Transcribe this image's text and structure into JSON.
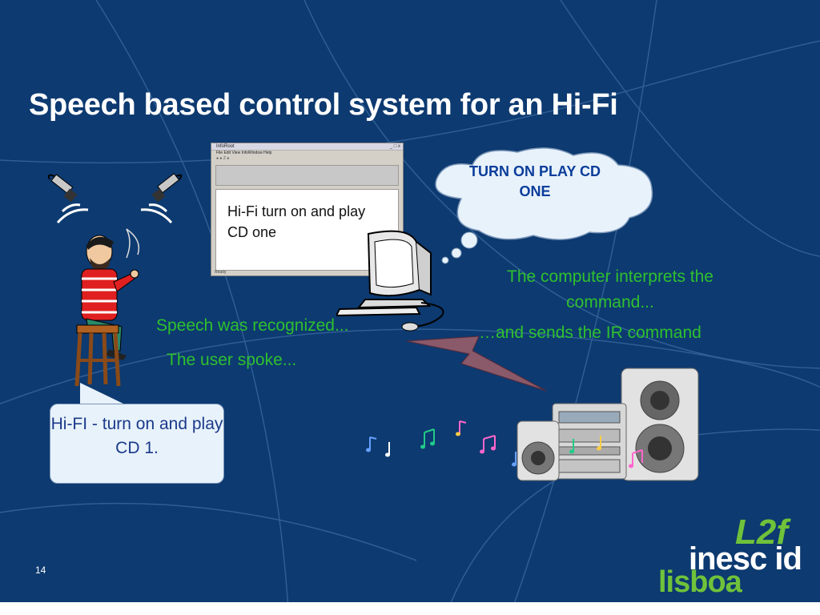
{
  "slide": {
    "title": "Speech based control system for an Hi-Fi",
    "page_number": "14"
  },
  "labels": {
    "user_spoke": "The user spoke...",
    "speech_recognized": "Speech was recognized...",
    "computer_interprets": "The computer interprets the command...",
    "sends_ir": "…and sends the IR command"
  },
  "user_callout": "Hi-FI - turn on and play CD 1.",
  "thought_cloud": "TURN ON PLAY CD ONE",
  "app_window": {
    "title": "InfoRoot",
    "menu": "File  Edit  View  InfoWindow  Help",
    "toolbar": "●  ●  Z  ●",
    "controls": "_ □ x",
    "recognized_text": "Hi-Fi turn on and play CD one",
    "status": "Ready"
  },
  "logo": {
    "l2f": "L2f",
    "inesc": "inesc id",
    "lisboa": "lisboa"
  },
  "colors": {
    "background": "#0d3a70",
    "caption_green": "#2fc02f",
    "logo_green": "#6fc23a"
  }
}
